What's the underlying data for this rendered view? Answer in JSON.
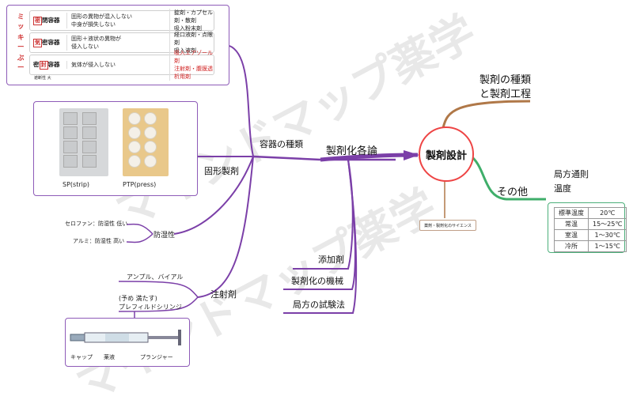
{
  "watermark": "マインドマップ薬学",
  "center": {
    "label": "製剤設計",
    "note": "薬剤・製剤化のサイエンス"
  },
  "branches": {
    "types": {
      "line1": "製剤の種類",
      "line2": "と製剤工程"
    },
    "other": {
      "label": "その他",
      "sub1": "局方通則",
      "sub2": "温度"
    },
    "formulation": {
      "label": "製剤化各論"
    },
    "additives": "添加剤",
    "machinery": "製剤化の機械",
    "tests": "局方の試験法",
    "container": "容器の種類",
    "solid": "固形製剤",
    "moisture": "防湿性",
    "injection": "注射剤"
  },
  "container_table": {
    "side_letters": [
      "ミ",
      "ッ",
      "キ",
      "ー",
      "ぶ",
      "ー"
    ],
    "arrow_note": "遮断性 大",
    "rows": [
      {
        "tag_key": "密",
        "tag_rest": "閉容器",
        "desc": "固形の異物が混入しない\n中身が損失しない",
        "use": "錠剤・カプセル剤・散剤\n吸入粉末剤"
      },
      {
        "tag_key": "気",
        "tag_rest": "密容器",
        "desc": "固形＋液状の異物が\n侵入しない",
        "use": "経口液剤・点眼剤\n吸入液剤"
      },
      {
        "tag_key": "密",
        "tag_mid": "封",
        "tag_rest": "容器",
        "desc": "気体が侵入しない",
        "use": "吸入エアゾール剤\n注射剤・腹膜透析用剤"
      }
    ]
  },
  "solid_panel": {
    "sp": "SP(strip)",
    "ptp": "PTP(press)"
  },
  "moisture_items": [
    "セロファン：防湿性 低い",
    "アルミ：防湿性 高い"
  ],
  "injection_items": [
    "アンプル、バイアル",
    "(予め 満たす)",
    "プレフィルドシリンジ"
  ],
  "syringe_labels": [
    "キャップ",
    "薬液",
    "プランジャー"
  ],
  "temperature_table": {
    "rows": [
      [
        "標準温度",
        "20℃"
      ],
      [
        "常温",
        "15〜25℃"
      ],
      [
        "室温",
        "1〜30℃"
      ],
      [
        "冷所",
        "1〜15℃"
      ]
    ]
  },
  "colors": {
    "purple": "#7b3fa8",
    "brown": "#b07848",
    "green": "#3fae6a",
    "red": "#e03030"
  }
}
